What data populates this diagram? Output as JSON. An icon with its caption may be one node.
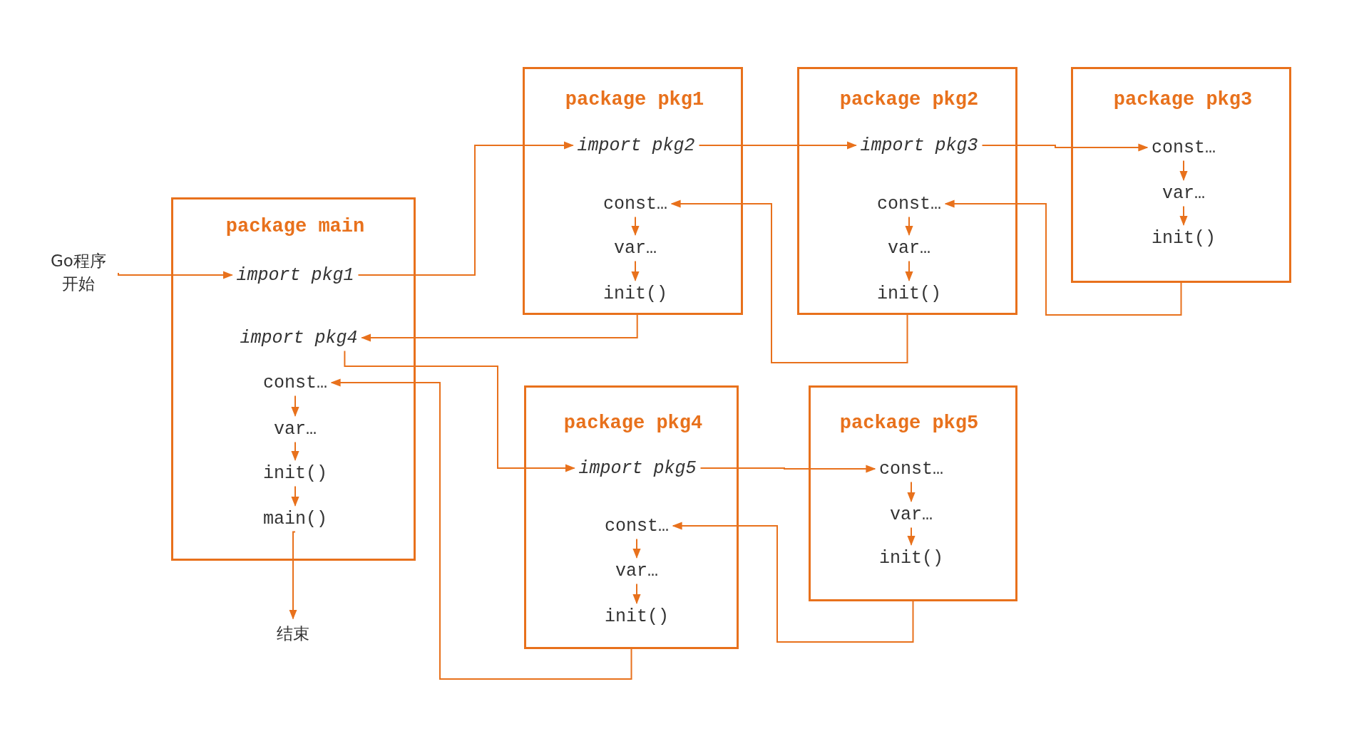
{
  "diagram": {
    "nodes": [
      {
        "text": [
          "package main"
        ]
      },
      {
        "text": [
          "import pkg1"
        ],
        "in": 0
      },
      {
        "text": [
          "import pkg4"
        ],
        "in": 0
      },
      {
        "text": [
          "const…"
        ],
        "in": 0
      },
      {
        "text": [
          "var…"
        ],
        "in": 0
      },
      {
        "text": [
          "init()"
        ],
        "in": 0
      },
      {
        "text": [
          "main()"
        ],
        "in": 0
      },
      {
        "text": [
          "package pkg1"
        ]
      },
      {
        "text": [
          "import pkg2"
        ],
        "in": 7
      },
      {
        "text": [
          "const…"
        ],
        "in": 7
      },
      {
        "text": [
          "var…"
        ],
        "in": 7
      },
      {
        "text": [
          "init()"
        ],
        "in": 7
      },
      {
        "text": [
          "package pkg2"
        ]
      },
      {
        "text": [
          "import pkg3"
        ],
        "in": 12
      },
      {
        "text": [
          "const…"
        ],
        "in": 12
      },
      {
        "text": [
          "var…"
        ],
        "in": 12
      },
      {
        "text": [
          "init()"
        ],
        "in": 12
      },
      {
        "text": [
          "package pkg3"
        ]
      },
      {
        "text": [
          "const…"
        ],
        "in": 17
      },
      {
        "text": [
          "var…"
        ],
        "in": 17
      },
      {
        "text": [
          "init()"
        ],
        "in": 17
      },
      {
        "text": [
          "package pkg4"
        ]
      },
      {
        "text": [
          "import pkg5"
        ],
        "in": 21
      },
      {
        "text": [
          "const…"
        ],
        "in": 21
      },
      {
        "text": [
          "var…"
        ],
        "in": 21
      },
      {
        "text": [
          "init()"
        ],
        "in": 21
      },
      {
        "text": [
          "package pkg5"
        ]
      },
      {
        "text": [
          "const…"
        ],
        "in": 26
      },
      {
        "text": [
          "var…"
        ],
        "in": 26
      },
      {
        "text": [
          "init()"
        ],
        "in": 26
      },
      {
        "text": [
          "Go程序开始"
        ]
      },
      {
        "text": [
          "结束"
        ]
      }
    ],
    "edges": [
      {
        "from": 30,
        "to": 1,
        "arrow": "to"
      },
      {
        "from": 1,
        "to": 8,
        "arrow": "to"
      },
      {
        "from": 8,
        "to": 13,
        "arrow": "to"
      },
      {
        "from": 13,
        "to": 18,
        "arrow": "to"
      },
      {
        "from": 18,
        "to": 19,
        "arrow": "to"
      },
      {
        "from": 19,
        "to": 20,
        "arrow": "to"
      },
      {
        "from": 17,
        "to": 14,
        "arrow": "to"
      },
      {
        "from": 14,
        "to": 15,
        "arrow": "to"
      },
      {
        "from": 15,
        "to": 16,
        "arrow": "to"
      },
      {
        "from": 12,
        "to": 9,
        "arrow": "to"
      },
      {
        "from": 9,
        "to": 10,
        "arrow": "to"
      },
      {
        "from": 10,
        "to": 11,
        "arrow": "to"
      },
      {
        "from": 7,
        "to": 2,
        "arrow": "to"
      },
      {
        "from": 2,
        "to": 22,
        "arrow": "to"
      },
      {
        "from": 22,
        "to": 27,
        "arrow": "to"
      },
      {
        "from": 27,
        "to": 28,
        "arrow": "to"
      },
      {
        "from": 28,
        "to": 29,
        "arrow": "to"
      },
      {
        "from": 26,
        "to": 23,
        "arrow": "to"
      },
      {
        "from": 23,
        "to": 24,
        "arrow": "to"
      },
      {
        "from": 24,
        "to": 25,
        "arrow": "to"
      },
      {
        "from": 21,
        "to": 3,
        "arrow": "to"
      },
      {
        "from": 3,
        "to": 4,
        "arrow": "to"
      },
      {
        "from": 4,
        "to": 5,
        "arrow": "to"
      },
      {
        "from": 5,
        "to": 6,
        "arrow": "to"
      },
      {
        "from": 6,
        "to": 31,
        "arrow": "to"
      }
    ]
  }
}
